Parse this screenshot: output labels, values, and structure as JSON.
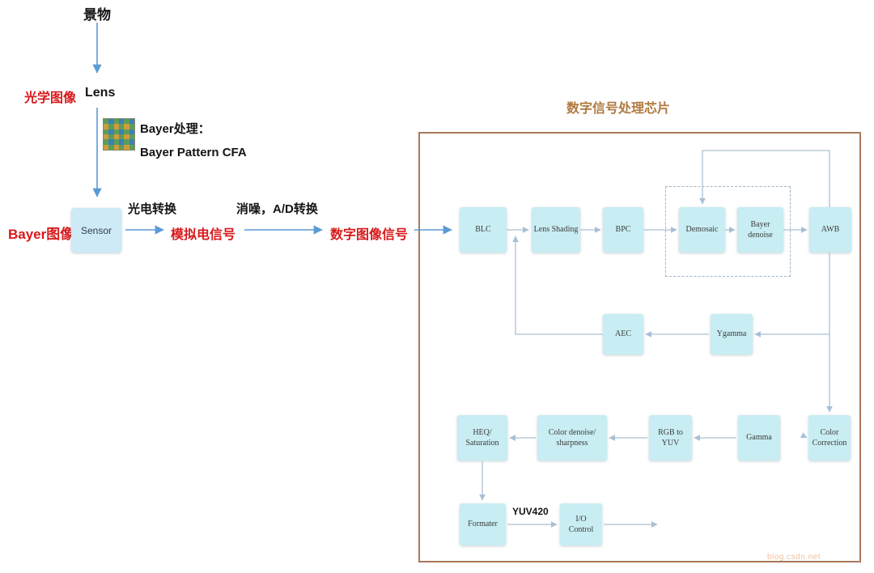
{
  "colors": {
    "accent_red": "#d7191c",
    "arrow_blue": "#5b9bd5",
    "line_gray": "#a9c0d4",
    "box_cyan": "#c8edf2",
    "chip_border": "#a9795b",
    "title_brown": "#b0793f"
  },
  "left_flow": {
    "scene": "景物",
    "optical_image": "光学图像",
    "lens": "Lens",
    "bayer_process": "Bayer处理：",
    "bayer_pattern_cfa": "Bayer Pattern CFA",
    "bayer_image": "Bayer图像",
    "sensor": "Sensor",
    "photoelectric_conversion": "光电转换",
    "analog_signal": "模拟电信号",
    "denoise_ad_conversion": "消噪，A/D转换",
    "digital_image_signal": "数字图像信号"
  },
  "chip": {
    "title": "数字信号处理芯片",
    "row1": [
      "BLC",
      "Lens Shading",
      "BPC",
      "Demosaic",
      "Bayer\ndenoise",
      "AWB"
    ],
    "row2": [
      "AEC",
      "Ygamma"
    ],
    "row3": [
      "HEQ/\nSaturation",
      "Color denoise/\nsharpness",
      "RGB to\nYUV",
      "Gamma",
      "Color\nCorrection"
    ],
    "row4": [
      "Formater",
      "I/O\nControl"
    ],
    "yuv420": "YUV420"
  },
  "watermark": "blog.csdn.net"
}
